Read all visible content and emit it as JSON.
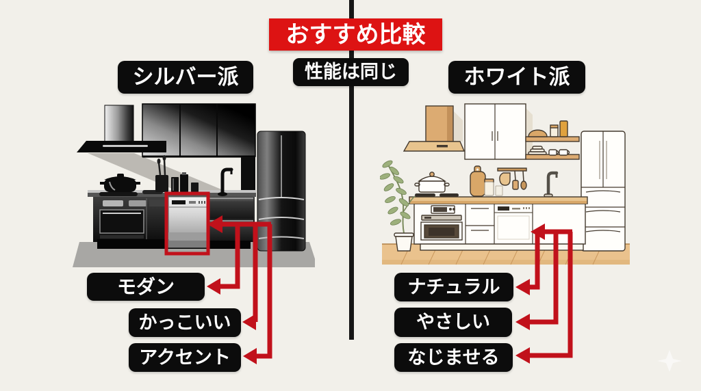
{
  "colors": {
    "page_bg": "#f2f0ea",
    "accent_red": "#dd1313",
    "arrow_red": "#c1111b",
    "box_black": "#0c0c0c",
    "text_white": "#ffffff",
    "divider_black": "#161616"
  },
  "header": {
    "title": "おすすめ比較",
    "subtitle": "性能は同じ"
  },
  "left_panel": {
    "header": "シルバー派",
    "labels": [
      "モダン",
      "かっこいい",
      "アクセント"
    ]
  },
  "right_panel": {
    "header": "ホワイト派",
    "labels": [
      "ナチュラル",
      "やさしい",
      "なじませる"
    ]
  }
}
